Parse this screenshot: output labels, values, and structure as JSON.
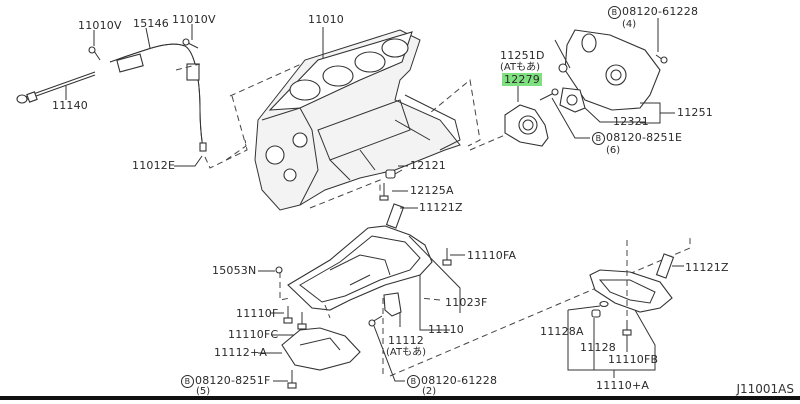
{
  "diagram": {
    "code": "J11001AS",
    "highlight_color": "#7ee07e",
    "callouts": {
      "c11010V_a": "11010V",
      "c15146": "15146",
      "c11010V_b": "11010V",
      "c11140": "11140",
      "c11012E": "11012E",
      "c11010": "11010",
      "c12121": "12121",
      "c12125A": "12125A",
      "c11121Z_a": "11121Z",
      "c08120_61228_top": "08120-61228",
      "c08120_61228_top_qty": "(4)",
      "c08120_61228_top_mark": "B",
      "c11251D": "11251D",
      "c11251D_note": "(ATもあ)",
      "c12279": "12279",
      "c11251": "11251",
      "c12321": "12321",
      "c08120_8251E": "08120-8251E",
      "c08120_8251E_qty": "(6)",
      "c08120_8251E_mark": "B",
      "c11110FA": "11110FA",
      "c15053N": "15053N",
      "c11023F": "11023F",
      "c11110F": "11110F",
      "c11110": "11110",
      "c11110FC": "11110FC",
      "c11112A": "11112+A",
      "c11112": "11112",
      "c11112_note": "(ATもあ)",
      "c08120_8251F": "08120-8251F",
      "c08120_8251F_qty": "(5)",
      "c08120_8251F_mark": "B",
      "c08120_61228_bot": "08120-61228",
      "c08120_61228_bot_qty": "(2)",
      "c08120_61228_bot_mark": "B",
      "c11121Z_b": "11121Z",
      "c11128A": "11128A",
      "c11128": "11128",
      "c11110FB": "11110FB",
      "c11110A": "11110+A"
    }
  }
}
